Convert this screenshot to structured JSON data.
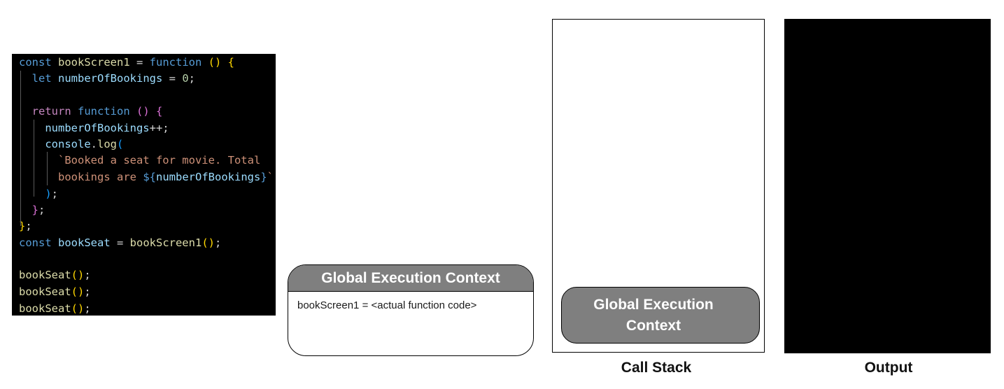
{
  "code": {
    "lines": [
      [
        [
          "c-kw",
          "const "
        ],
        [
          "c-fn",
          "bookScreen1"
        ],
        [
          "c-op",
          " = "
        ],
        [
          "c-kw",
          "function"
        ],
        [
          "c-op",
          " "
        ],
        [
          "c-b1",
          "()"
        ],
        [
          "c-op",
          " "
        ],
        [
          "c-b1",
          "{"
        ]
      ],
      [
        [
          "c-op",
          "  "
        ],
        [
          "c-kw",
          "let "
        ],
        [
          "c-var",
          "numberOfBookings"
        ],
        [
          "c-op",
          " = "
        ],
        [
          "c-num",
          "0"
        ],
        [
          "c-op",
          ";"
        ]
      ],
      [],
      [
        [
          "c-op",
          "  "
        ],
        [
          "c-ctl",
          "return "
        ],
        [
          "c-kw",
          "function"
        ],
        [
          "c-op",
          " "
        ],
        [
          "c-b2",
          "()"
        ],
        [
          "c-op",
          " "
        ],
        [
          "c-b2",
          "{"
        ]
      ],
      [
        [
          "c-op",
          "    "
        ],
        [
          "c-var",
          "numberOfBookings"
        ],
        [
          "c-op",
          "++;"
        ]
      ],
      [
        [
          "c-op",
          "    "
        ],
        [
          "c-var",
          "console"
        ],
        [
          "c-op",
          "."
        ],
        [
          "c-fn",
          "log"
        ],
        [
          "c-b3",
          "("
        ]
      ],
      [
        [
          "c-op",
          "      "
        ],
        [
          "c-str",
          "`Booked a seat for movie. Total"
        ]
      ],
      [
        [
          "c-op",
          "      "
        ],
        [
          "c-str",
          "bookings are "
        ],
        [
          "c-kw",
          "${"
        ],
        [
          "c-var",
          "numberOfBookings"
        ],
        [
          "c-kw",
          "}"
        ],
        [
          "c-str",
          "`"
        ]
      ],
      [
        [
          "c-op",
          "    "
        ],
        [
          "c-b3",
          ")"
        ],
        [
          "c-op",
          ";"
        ]
      ],
      [
        [
          "c-op",
          "  "
        ],
        [
          "c-b2",
          "}"
        ],
        [
          "c-op",
          ";"
        ]
      ],
      [
        [
          "c-b1",
          "}"
        ],
        [
          "c-op",
          ";"
        ]
      ],
      [
        [
          "c-kw",
          "const "
        ],
        [
          "c-var",
          "bookSeat"
        ],
        [
          "c-op",
          " = "
        ],
        [
          "c-fn",
          "bookScreen1"
        ],
        [
          "c-b1",
          "()"
        ],
        [
          "c-op",
          ";"
        ]
      ],
      [],
      [
        [
          "c-fn",
          "bookSeat"
        ],
        [
          "c-b1",
          "()"
        ],
        [
          "c-op",
          ";"
        ]
      ],
      [
        [
          "c-fn",
          "bookSeat"
        ],
        [
          "c-b1",
          "()"
        ],
        [
          "c-op",
          ";"
        ]
      ],
      [
        [
          "c-fn",
          "bookSeat"
        ],
        [
          "c-b1",
          "()"
        ],
        [
          "c-op",
          ";"
        ]
      ]
    ]
  },
  "memory": {
    "title": "Global Execution Context",
    "entry": "bookScreen1 = <actual function code>"
  },
  "call_stack": {
    "frame_label": "Global Execution Context",
    "label": "Call Stack"
  },
  "output": {
    "label": "Output"
  }
}
